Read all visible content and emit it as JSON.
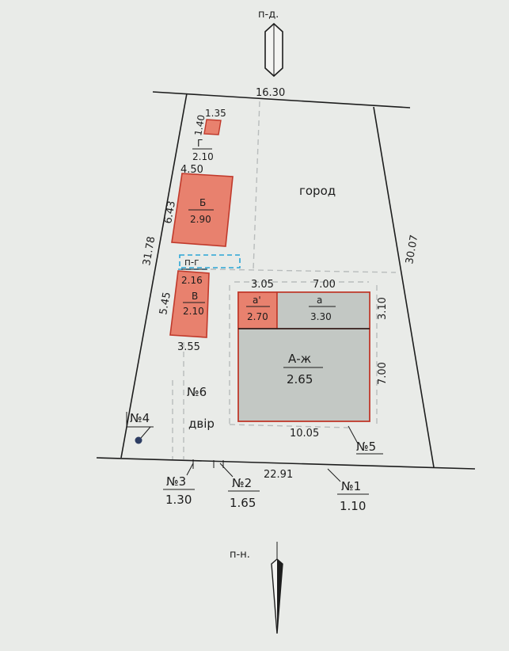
{
  "colors": {
    "paper": "#e9ebe8",
    "building_fill": "#e8816e",
    "building_stroke": "#c0392b",
    "house_fill": "#c3c8c4",
    "shed_dashed": "#2aa6d6",
    "ink": "#1d1d1d"
  },
  "compass": {
    "north_label": "п-д.",
    "south_label": "п-н."
  },
  "plot": {
    "top_width": "16.30",
    "left_length": "31.78",
    "right_length": "30.07",
    "bottom_length": "22.91"
  },
  "zones": {
    "garden": "город",
    "yard": "двір",
    "yard_number": "№6"
  },
  "buildings": {
    "g": {
      "width": "1.35",
      "depth": "1.40",
      "label": "Г",
      "height": "2.10"
    },
    "b": {
      "width": "4.50",
      "depth": "6.43",
      "label": "Б",
      "height": "2.90"
    },
    "pg": {
      "label": "п-г",
      "height": "2.16"
    },
    "v": {
      "depth": "5.45",
      "width": "3.55",
      "label": "В",
      "height": "2.10"
    },
    "a1": {
      "width": "3.05",
      "label": "а'",
      "height": "2.70"
    },
    "a": {
      "width": "7.00",
      "label": "а",
      "height": "3.30",
      "depth": "3.10"
    },
    "house": {
      "label": "А-ж",
      "height": "2.65",
      "depth": "7.00",
      "width": "10.05"
    }
  },
  "markers": {
    "n1": {
      "label": "№1",
      "value": "1.10"
    },
    "n2": {
      "label": "№2",
      "value": "1.65"
    },
    "n3": {
      "label": "№3",
      "value": "1.30"
    },
    "n4": {
      "label": "№4"
    },
    "n5": {
      "label": "№5"
    }
  }
}
